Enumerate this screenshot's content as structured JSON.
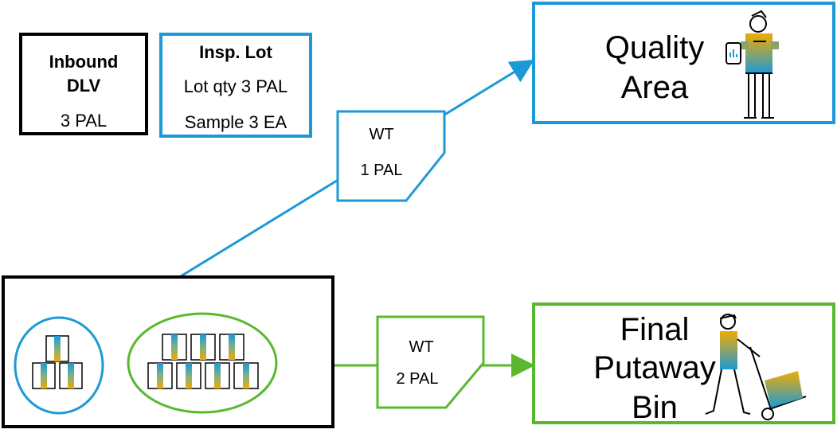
{
  "inbound": {
    "title_line1": "Inbound",
    "title_line2": "DLV",
    "qty": "3 PAL"
  },
  "inspection": {
    "title": "Insp. Lot",
    "lot_qty": "Lot qty 3 PAL",
    "sample": "Sample 3 EA"
  },
  "quality_area": {
    "line1": "Quality",
    "line2": "Area"
  },
  "final_bin": {
    "line1": "Final",
    "line2": "Putaway",
    "line3": "Bin"
  },
  "wt_quality": {
    "label": "WT",
    "qty": "1 PAL"
  },
  "wt_final": {
    "label": "WT",
    "qty": "2 PAL"
  },
  "colors": {
    "blue": "#1b9ad6",
    "green": "#5ab82e",
    "yellow": "#f0ab00",
    "teal": "#4a9a8a"
  }
}
